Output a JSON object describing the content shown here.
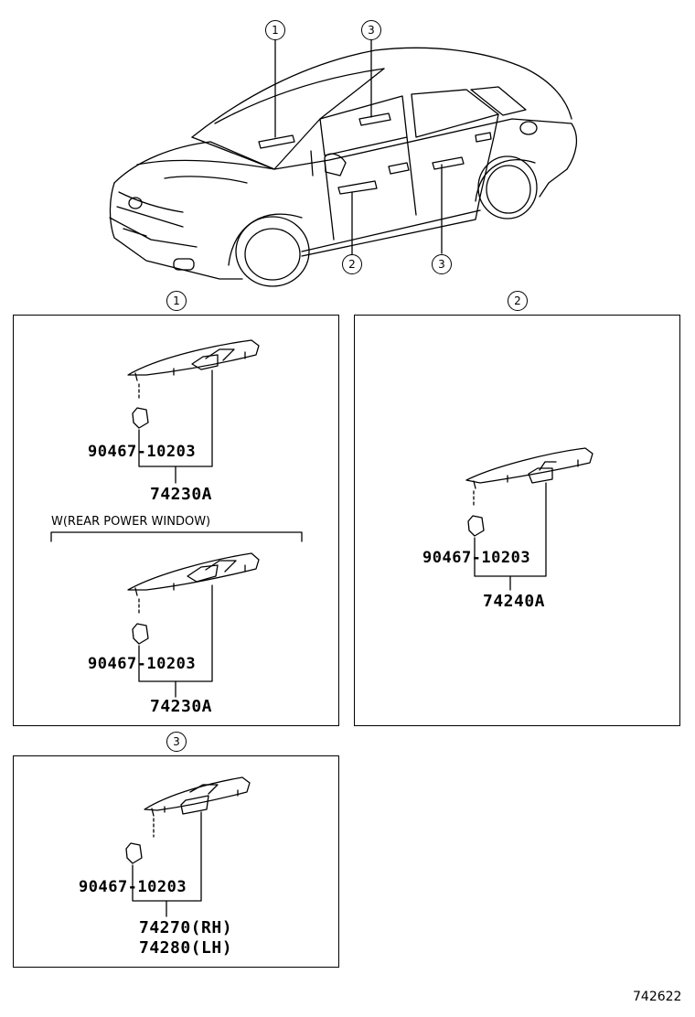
{
  "car_callouts": {
    "c1": "1",
    "c3a": "3",
    "c2": "2",
    "c3b": "3"
  },
  "panel1": {
    "callout": "1",
    "clip_part_a": "90467-10203",
    "assembly_a": "74230A",
    "variant_note": "W(REAR POWER WINDOW)",
    "clip_part_b": "90467-10203",
    "assembly_b": "74230A"
  },
  "panel2": {
    "callout": "2",
    "clip_part": "90467-10203",
    "assembly": "74240A"
  },
  "panel3": {
    "callout": "3",
    "clip_part": "90467-10203",
    "assembly_rh": "74270(RH)",
    "assembly_lh": "74280(LH)"
  },
  "diagram_ref": "742622"
}
